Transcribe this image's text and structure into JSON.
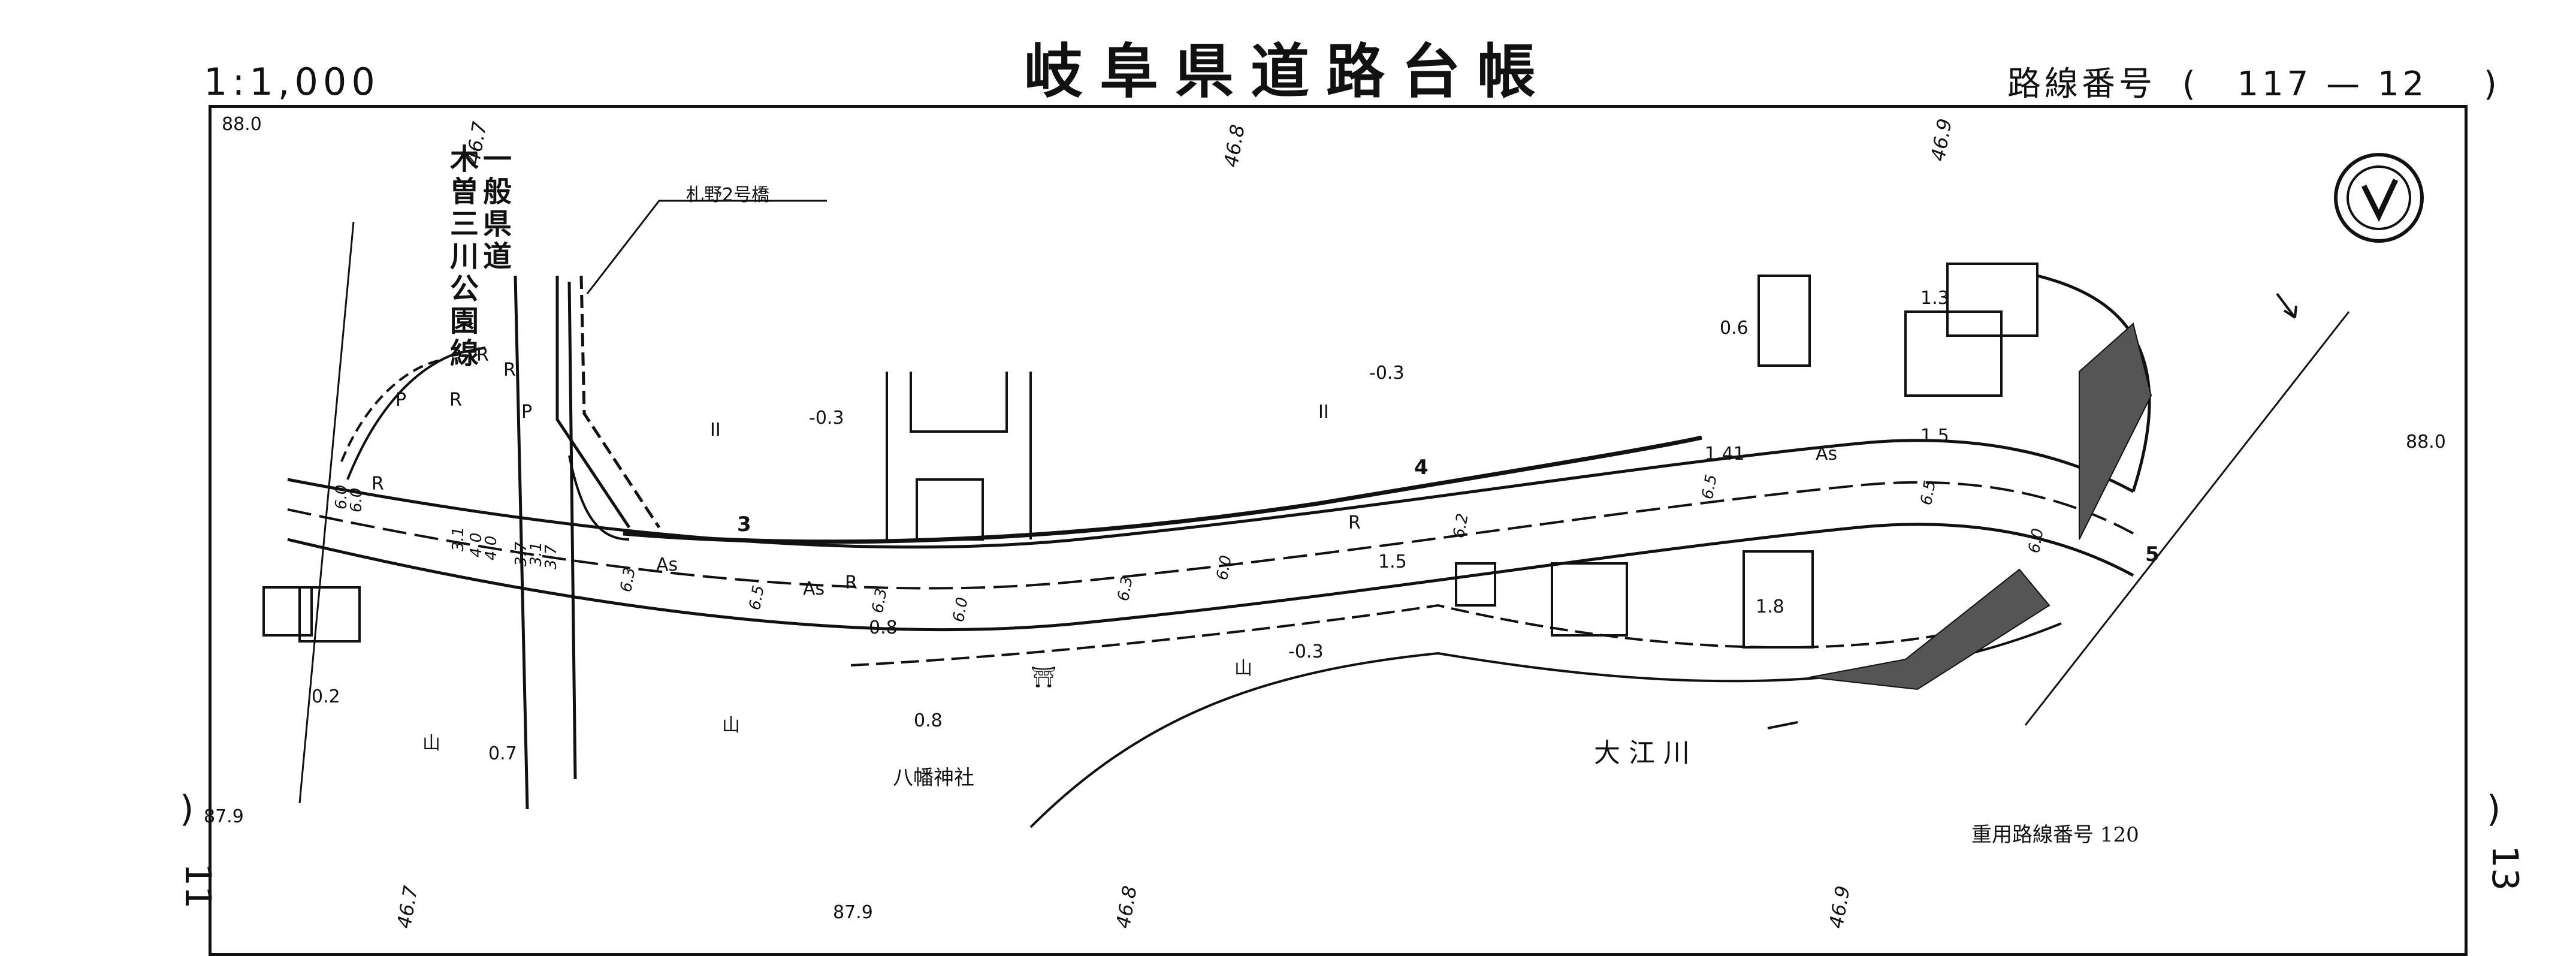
{
  "header": {
    "title": "岐阜県道路台帳",
    "scale": "1:1,000",
    "route_label": "路線番号",
    "route_open": "(",
    "route_number": "117 — 12",
    "route_close": ")"
  },
  "map": {
    "bridge_label": "札野2号橋",
    "prefectural_road_line1": "一般県道",
    "prefectural_road_line2": "木曽三川公園線",
    "shrine_label": "八幡神社",
    "river_label": "大江川",
    "overlap_route": "重用路線番号 120",
    "section_numbers": [
      "3",
      "4",
      "5"
    ],
    "surface_labels": [
      "As",
      "As",
      "As"
    ],
    "paddy_symbols": [
      "II",
      "II"
    ],
    "field_symbols": [
      "山",
      "山",
      "山"
    ],
    "shrine_symbol": "⛩",
    "grid_values": [
      "88.0",
      "46.7",
      "46.8",
      "46.9",
      "88.0",
      "87.9",
      "46.7",
      "87.9",
      "46.8",
      "46.9"
    ],
    "elevations": [
      "-0.3",
      "-0.3",
      "0.6",
      "1.3",
      "1.5",
      "1.41",
      "1.5",
      "1.8",
      "-0.3",
      "0.8",
      "0.8",
      "0.2",
      "0.7"
    ],
    "widths": [
      "6.3",
      "6.5",
      "6.3",
      "6.0",
      "6.3",
      "6.0",
      "6.2",
      "6.5",
      "6.5",
      "6.0",
      "3.7",
      "3.1",
      "4.0",
      "4.0",
      "3.1",
      "3.7",
      "6.0",
      "6.0"
    ],
    "labels_R": [
      "R",
      "R",
      "R",
      "R",
      "R",
      "R"
    ],
    "labels_P": [
      "P",
      "P"
    ],
    "north_symbol": "north-arrow"
  },
  "page_marks": {
    "left_number": "11",
    "right_number": "13",
    "left_paren": ")",
    "right_paren": ")"
  }
}
